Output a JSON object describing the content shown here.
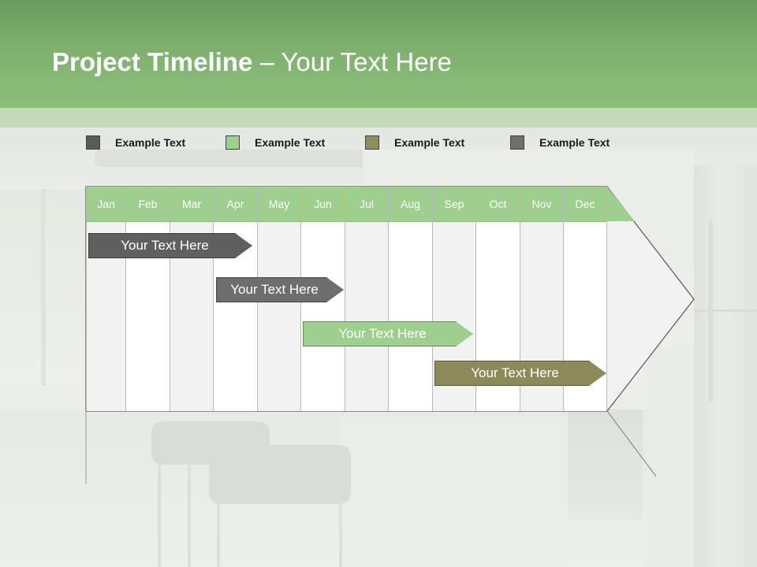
{
  "title": {
    "bold": "Project Timeline",
    "rest": " – Your Text Here"
  },
  "legend": [
    {
      "label": "Example Text",
      "color": "#5a5a5a"
    },
    {
      "label": "Example Text",
      "color": "#9fcf8e"
    },
    {
      "label": "Example Text",
      "color": "#8f8c5e"
    },
    {
      "label": "Example Text",
      "color": "#6f6f6f"
    }
  ],
  "months": [
    "Jan",
    "Feb",
    "Mar",
    "Apr",
    "May",
    "Jun",
    "Jul",
    "Aug",
    "Sep",
    "Oct",
    "Nov",
    "Dec"
  ],
  "tasks": [
    {
      "label": "Your  Text Here",
      "color": "#5f5f5f"
    },
    {
      "label": "Your  Text Here",
      "color": "#6e6e6e"
    },
    {
      "label": "Your  Text Here",
      "color": "#9fcf8e"
    },
    {
      "label": "Your  Text Here",
      "color": "#8c8a5a"
    }
  ],
  "colors": {
    "header": "#7fb06f",
    "month_header": "#9fcf8e",
    "column_light": "#f2f2f2",
    "column_white": "#ffffff"
  }
}
